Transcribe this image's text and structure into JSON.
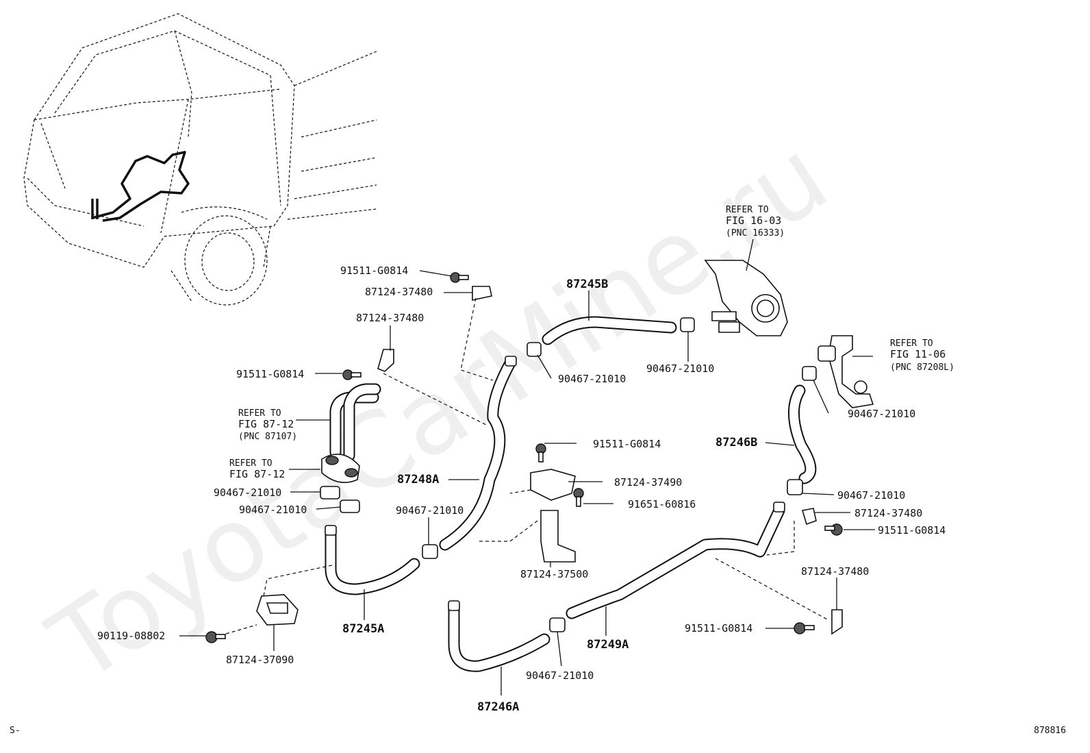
{
  "watermark": "ToyotaCarMine.ru",
  "corner_left": "S-",
  "corner_right": "878816",
  "callouts": {
    "p91511_top": "91511-G0814",
    "p87124_37480_top": "87124-37480",
    "p87124_37480_left": "87124-37480",
    "p91511_left": "91511-G0814",
    "p87245B": "87245B",
    "p90467_upper_mid": "90467-21010",
    "p90467_upper_right": "90467-21010",
    "ref_16_03": {
      "l1": "REFER TO",
      "l2": "FIG 16-03",
      "l3": "(PNC 16333)"
    },
    "ref_11_06": {
      "l1": "REFER TO",
      "l2": "FIG 11-06",
      "l3": "(PNC 87208L)"
    },
    "ref_87_12_a": {
      "l1": "REFER TO",
      "l2": "FIG 87-12",
      "l3": "(PNC 87107)"
    },
    "ref_87_12_b": {
      "l1": "REFER TO",
      "l2": "FIG 87-12"
    },
    "p90467_right_1": "90467-21010",
    "p87246B": "87246B",
    "p91511_center": "91511-G0814",
    "p87248A": "87248A",
    "p87124_37490": "87124-37490",
    "p91651": "91651-60816",
    "p90467_left_1": "90467-21010",
    "p90467_left_2": "90467-21010",
    "p90467_center": "90467-21010",
    "p90467_right_2": "90467-21010",
    "p87124_37480_right": "87124-37480",
    "p91511_right": "91511-G0814",
    "p87124_37500": "87124-37500",
    "p87124_37480_lower": "87124-37480",
    "p87245A": "87245A",
    "p90119": "90119-08802",
    "p87124_37090": "87124-37090",
    "p91511_lower": "91511-G0814",
    "p87249A": "87249A",
    "p90467_bottom": "90467-21010",
    "p87246A": "87246A"
  }
}
